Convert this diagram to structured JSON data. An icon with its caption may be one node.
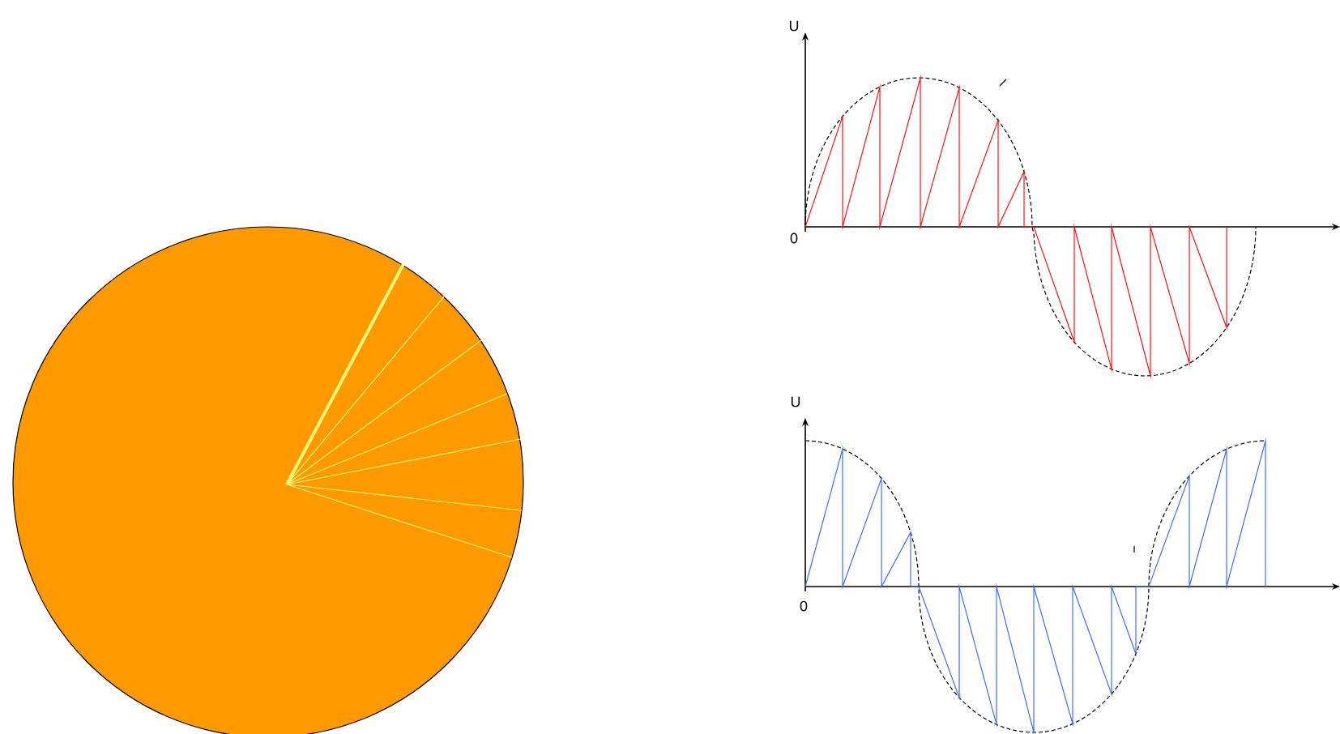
{
  "diagram": {
    "labels": [
      "U",
      "0",
      "U",
      "0"
    ]
  }
}
